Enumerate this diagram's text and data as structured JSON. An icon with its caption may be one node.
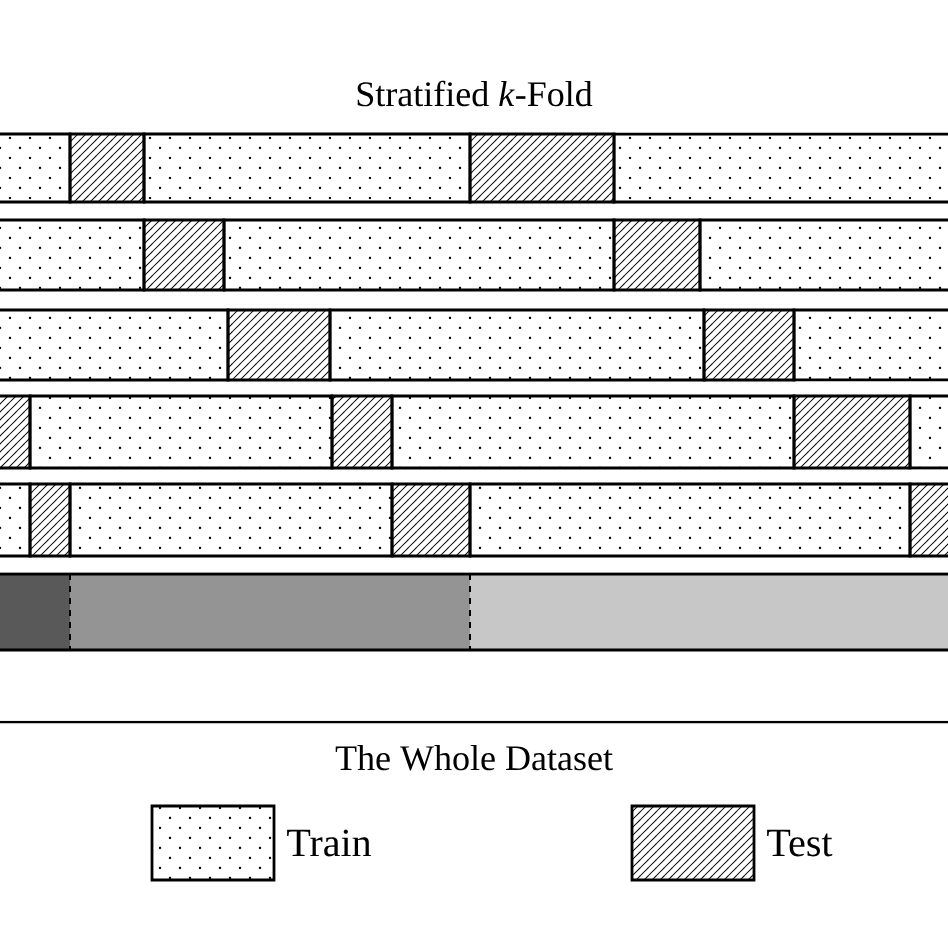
{
  "diagram": {
    "title": "Stratified *k*-Fold",
    "labels": [
      "The Whole Dataset"
    ],
    "legend": [
      {
        "text": "Train"
      },
      {
        "text": "Test"
      }
    ]
  }
}
